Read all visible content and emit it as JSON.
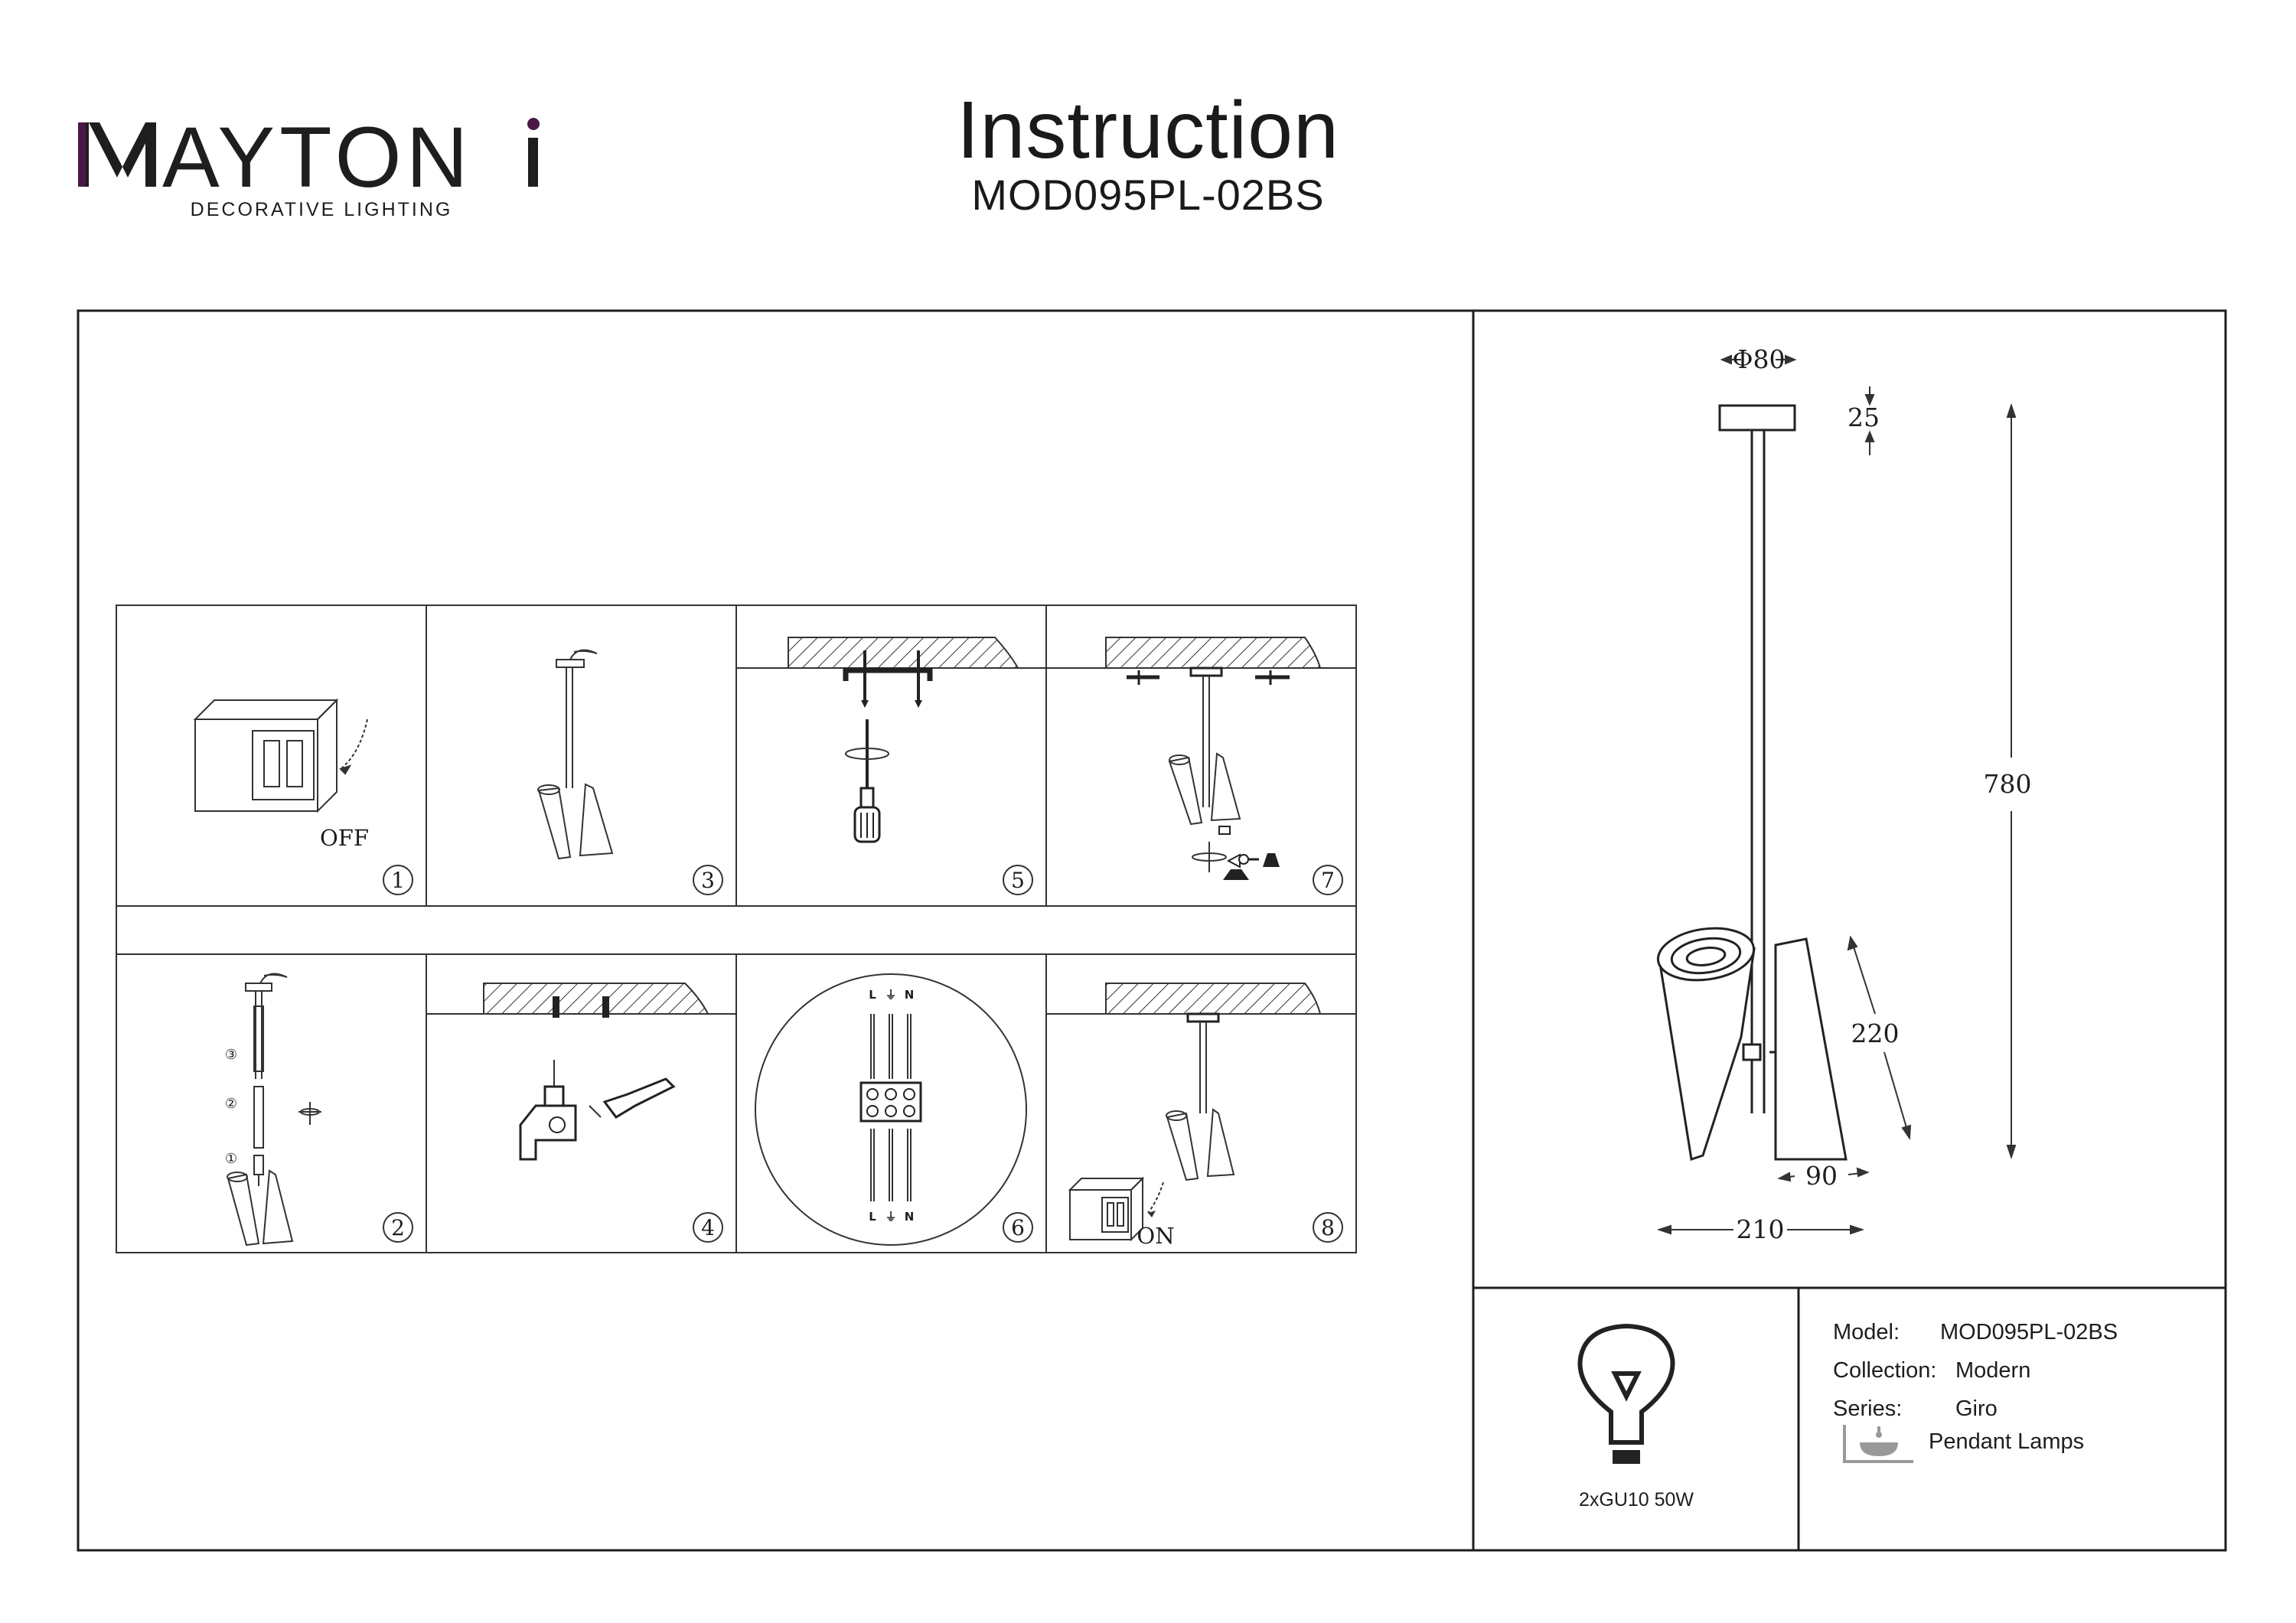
{
  "brand": {
    "name": "MAYTONI",
    "tagline": "DECORATIVE LIGHTING",
    "accent_color": "#4a1846"
  },
  "header": {
    "title": "Instruction",
    "model_code": "MOD095PL-02BS"
  },
  "steps": [
    {
      "number": "1",
      "caption": "OFF",
      "icon": "power-off-switch-icon"
    },
    {
      "number": "2",
      "icon": "rod-assembly-icon"
    },
    {
      "number": "3",
      "icon": "pendant-overview-icon"
    },
    {
      "number": "4",
      "icon": "drill-anchor-icon"
    },
    {
      "number": "5",
      "icon": "screwdriver-bracket-icon"
    },
    {
      "number": "6",
      "icon": "terminal-block-icon"
    },
    {
      "number": "7",
      "icon": "mount-canopy-icon"
    },
    {
      "number": "8",
      "caption": "ON",
      "icon": "power-on-switch-icon"
    }
  ],
  "step2_labels": [
    "③",
    "②",
    "①"
  ],
  "wiring_labels": {
    "top": [
      "L",
      "⏚",
      "N"
    ],
    "bottom": [
      "L",
      "⏚",
      "N"
    ]
  },
  "dimensions": {
    "canopy_diameter": "Φ80",
    "canopy_height": "25",
    "total_height": "780",
    "shade_length": "220",
    "base_width": "90",
    "total_width": "210"
  },
  "lamp": {
    "spec": "2xGU10 50W",
    "icon": "light-bulb-icon"
  },
  "specs": {
    "model_label": "Model:",
    "model_value": "MOD095PL-02BS",
    "collection_label": "Collection:",
    "collection_value": "Modern",
    "series_label": "Series:",
    "series_value": "Giro",
    "type_value": "Pendant Lamps",
    "type_icon": "pendant-lamp-icon"
  }
}
